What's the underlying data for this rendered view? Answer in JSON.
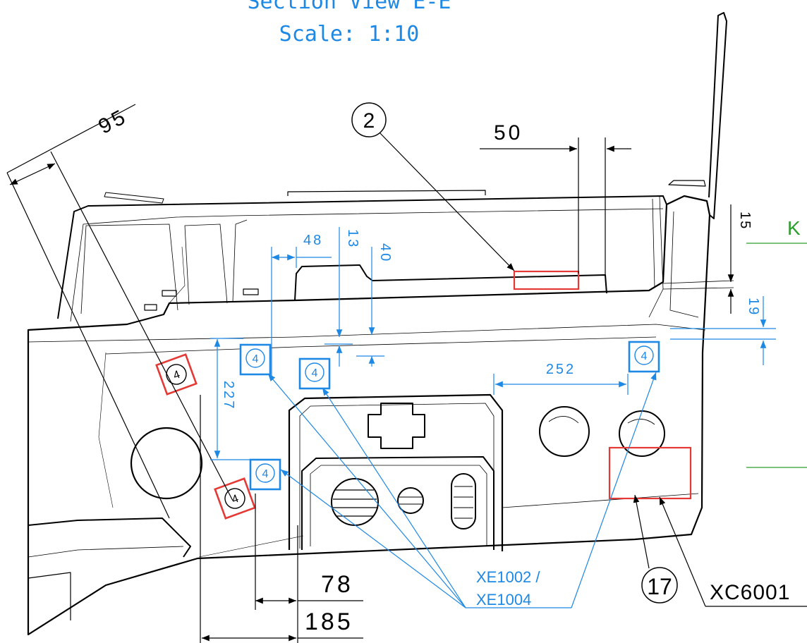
{
  "title": {
    "line1": "Section View E-E",
    "line2": "Scale:  1:10"
  },
  "balloons": {
    "b2": "2",
    "b17": "17"
  },
  "weld_marker": "4",
  "callouts": {
    "xe_line1": "XE1002 /",
    "xe_line2": "XE1004",
    "xc": "XC6001"
  },
  "datum": "K",
  "dimensions": {
    "d95": "95",
    "d50": "50",
    "d48": "48",
    "d13": "13",
    "d40": "40",
    "d227": "227",
    "d252": "252",
    "d78": "78",
    "d185": "185",
    "d15": "15",
    "d19": "19"
  },
  "colors": {
    "outline": "#000000",
    "dimension_blue": "#1e88e5",
    "marker_red": "#e53935",
    "datum_green": "#2e9e2e"
  }
}
